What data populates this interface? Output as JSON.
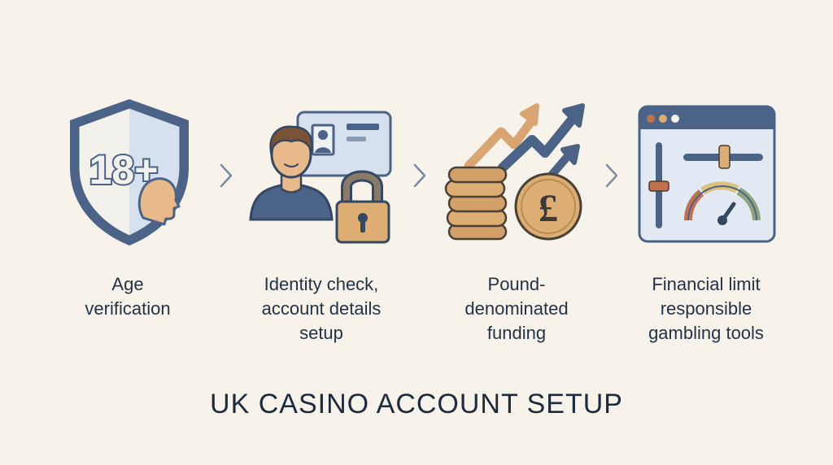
{
  "title": "UK CASINO ACCOUNT SETUP",
  "steps": [
    {
      "icon": "age-verification-shield-icon",
      "badge_text": "18+",
      "caption_lines": [
        "Age",
        "verification"
      ]
    },
    {
      "icon": "identity-check-person-id-lock-icon",
      "caption_lines": [
        "Identity check,",
        "account details",
        "setup"
      ]
    },
    {
      "icon": "pound-coins-arrows-icon",
      "currency_symbol": "£",
      "caption_lines": [
        "Pound-",
        "denominated",
        "funding"
      ]
    },
    {
      "icon": "limits-sliders-gauge-window-icon",
      "caption_lines": [
        "Financial limit",
        "responsible",
        "gambling tools"
      ]
    }
  ],
  "colors": {
    "background": "#f7f3ea",
    "navy": "#4a6387",
    "light_blue": "#d6e0ee",
    "skin": "#e8b98b",
    "gold": "#dcae73",
    "rust": "#c1724d",
    "gauge_mid": "#dbc27c",
    "gauge_green": "#8ea47f"
  }
}
